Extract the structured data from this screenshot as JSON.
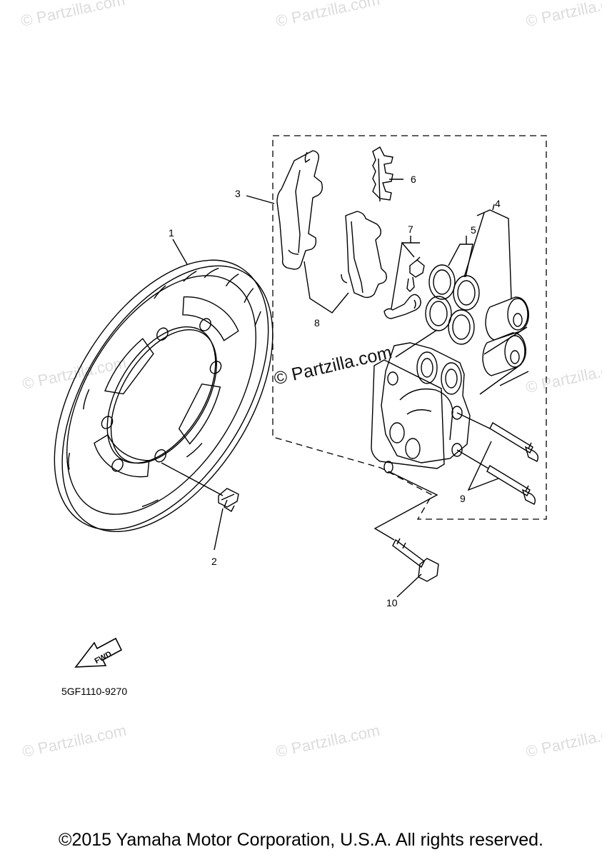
{
  "watermark_text": "© Partzilla.com",
  "main_watermark": "© Partzilla.com",
  "callouts": {
    "c1": "1",
    "c2": "2",
    "c3": "3",
    "c4": "4",
    "c5": "5",
    "c6": "6",
    "c7": "7",
    "c8": "8",
    "c9": "9",
    "c10": "10"
  },
  "fwd_label": "FWD",
  "diagram_code": "5GF1110-9270",
  "copyright": "©2015 Yamaha Motor Corporation, U.S.A. All rights reserved."
}
